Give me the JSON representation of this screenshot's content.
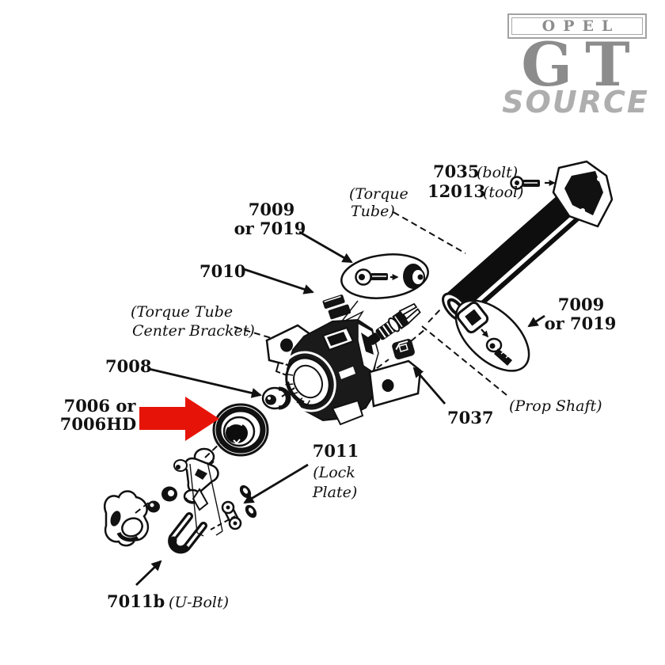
{
  "window": {
    "background": "#ffffff"
  },
  "logo": {
    "opel": "OPEL",
    "gt": "GT",
    "source": "SOURCE"
  },
  "colors": {
    "highlight_red": "#e61408",
    "logo_gray": "#8c8c8c",
    "diagram_ink": "#111111"
  },
  "labels": {
    "bolt_7035_number": "7035",
    "bolt_7035_note": "(bolt)",
    "tool_12013_number": "12013",
    "tool_12013_note": "(tool)",
    "torque_tube_line1": "(Torque",
    "torque_tube_line2": "Tube)",
    "bushing_left_line1": "7009",
    "bushing_left_line2": "or 7019",
    "part_7010": "7010",
    "center_bracket_line1": "(Torque Tube",
    "center_bracket_line2": "Center Bracket)",
    "part_7008": "7008",
    "part_7006_line1": "7006 or",
    "part_7006_line2": "7006HD",
    "part_7037": "7037",
    "bushing_right_line1": "7009",
    "bushing_right_line2": "or 7019",
    "prop_shaft_note": "(Prop Shaft)",
    "lock_plate_number": "7011",
    "lock_plate_note_line1": "(Lock",
    "lock_plate_note_line2": "Plate)",
    "u_bolt_number": "7011b",
    "u_bolt_note": "(U-Bolt)"
  }
}
